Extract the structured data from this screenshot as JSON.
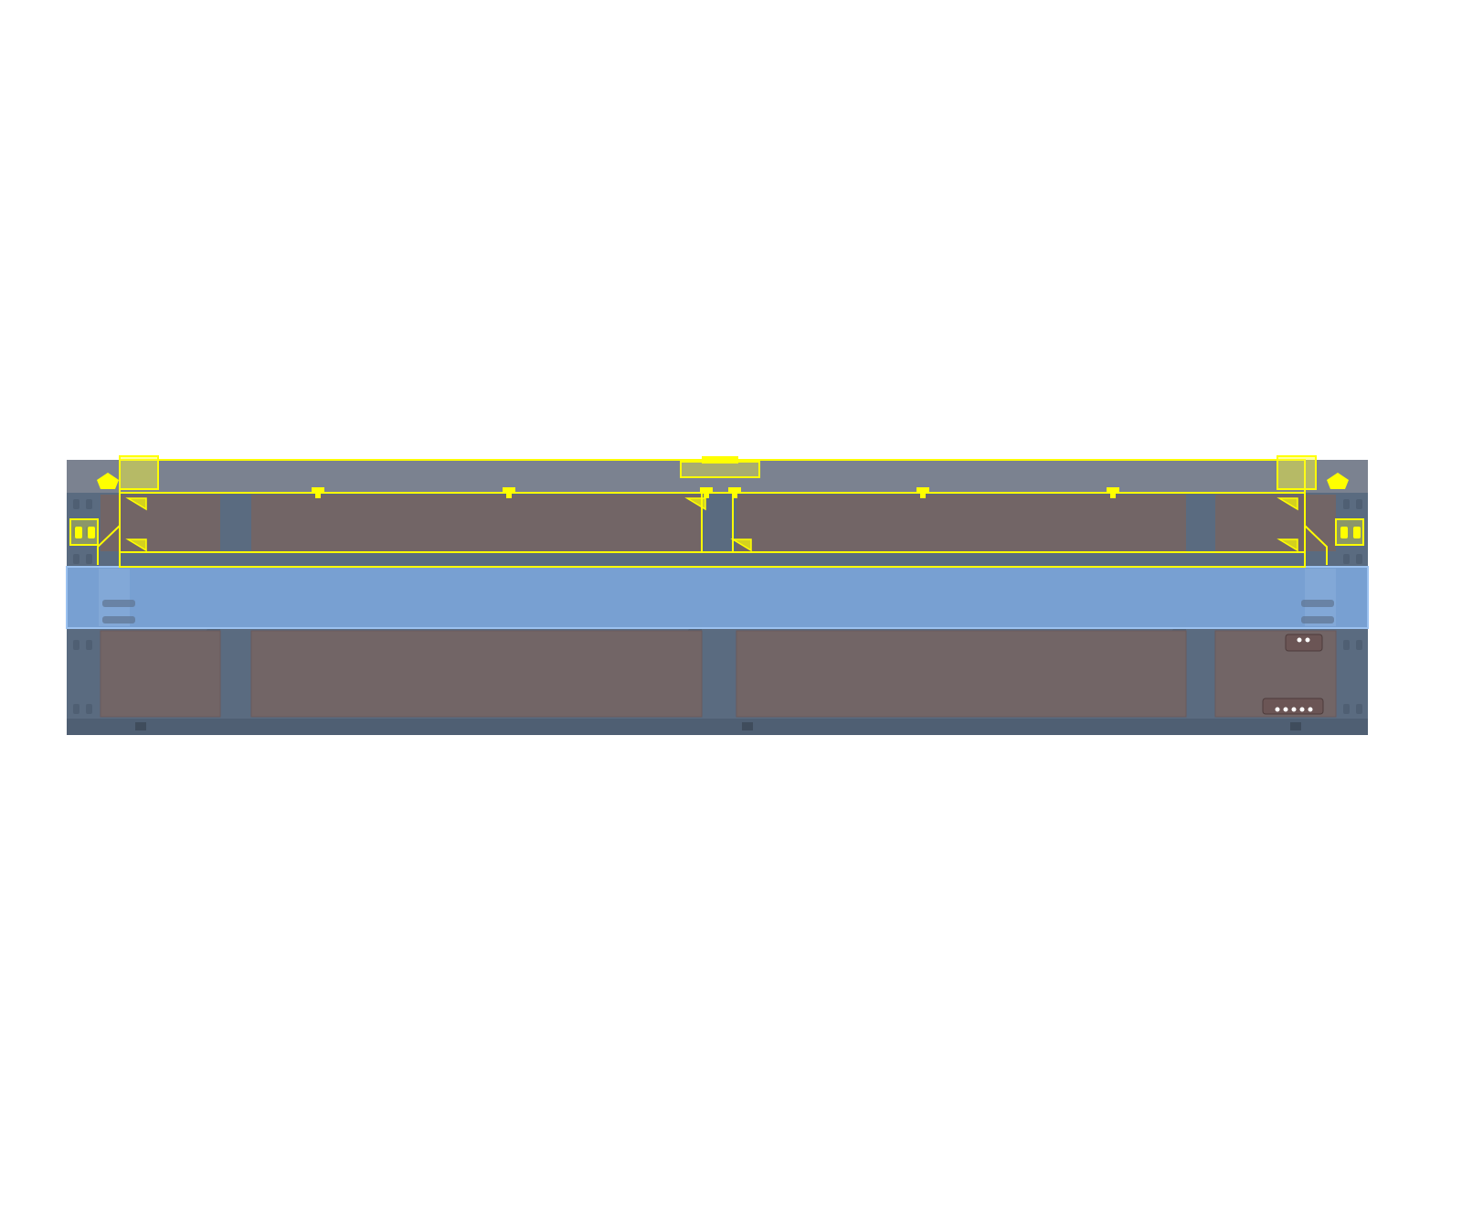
{
  "viewport": {
    "background": "#ffffff"
  },
  "colors": {
    "frame_steel": "#5a6b80",
    "frame_steel_dark": "#4f5f73",
    "top_rail": "#7b8290",
    "panel_fill": "#726566",
    "panel_edge": "#6a5a5c",
    "selection_highlight": "#ffff00",
    "selection_fill": "#ffff33",
    "hover_highlight": "#7aa3d6",
    "hover_edge": "#9cc2f0",
    "connector_body": "#6b5555",
    "connector_pin": "#ffffff"
  },
  "model": {
    "name": "frame-assembly",
    "selected_parts": [
      "top-beam",
      "end-bracket-left",
      "end-bracket-right",
      "center-coupler",
      "top-rail"
    ],
    "hovered_part": "cross-rail",
    "connectors": [
      {
        "name": "connector-upper",
        "pins": 2
      },
      {
        "name": "connector-lower",
        "pins": 5
      }
    ]
  }
}
